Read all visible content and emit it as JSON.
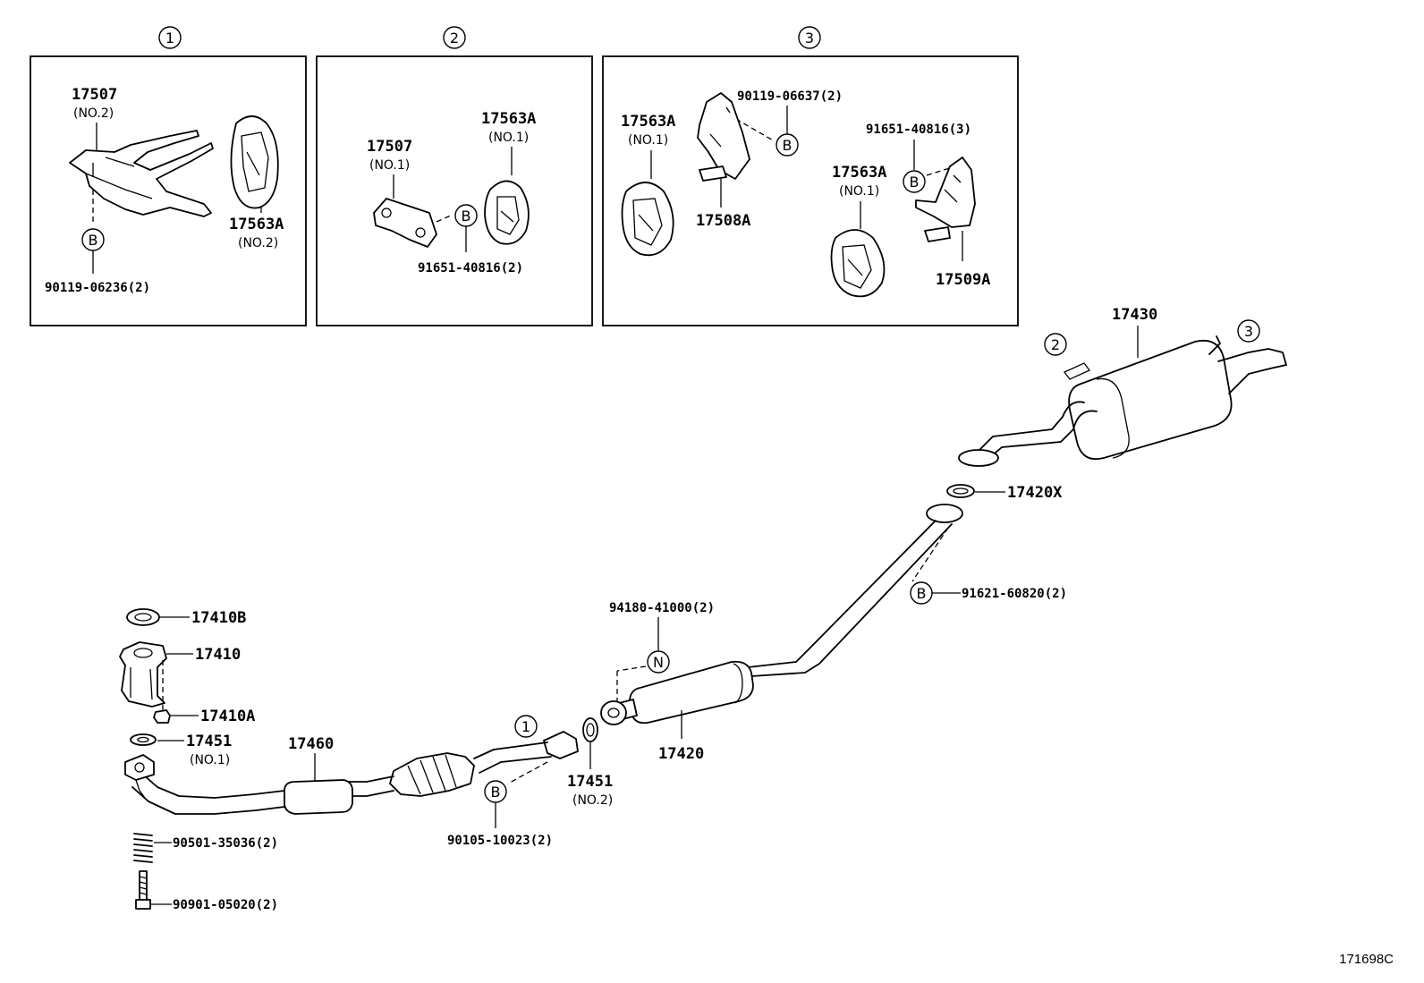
{
  "diagram_code": "171698C",
  "section_markers": [
    "1",
    "2",
    "3"
  ],
  "insets": {
    "inset1": {
      "bracket_no": "17507",
      "bracket_sub": "(NO.2)",
      "insulator_no": "17563A",
      "insulator_sub": "(NO.2)",
      "bolt_ref": "B",
      "bolt_no": "90119-06236(2)"
    },
    "inset2": {
      "bracket_no": "17507",
      "bracket_sub": "(NO.1)",
      "insulator_no": "17563A",
      "insulator_sub": "(NO.1)",
      "bolt_ref": "B",
      "bolt_no": "91651-40816(2)"
    },
    "inset3": {
      "insulator_left_no": "17563A",
      "insulator_left_sub": "(NO.1)",
      "bolt_top_no": "90119-06637(2)",
      "bolt_top_ref": "B",
      "bracket_mid_no": "17508A",
      "bolt_right_no": "91651-40816(3)",
      "bolt_right_ref": "B",
      "insulator_right_no": "17563A",
      "insulator_right_sub": "(NO.1)",
      "bracket_right_no": "17509A"
    }
  },
  "main": {
    "tail_pipe_no": "17430",
    "gasket_rear_no": "17420X",
    "bolt_rear_ref": "B",
    "bolt_rear_no": "91621-60820(2)",
    "nut_no": "94180-41000(2)",
    "nut_ref": "N",
    "center_pipe_no": "17420",
    "gasket_front_no": "17451",
    "gasket_front_sub": "(NO.2)",
    "front_bolt_ref": "B",
    "front_bolt_no": "90105-10023(2)",
    "front_pipe_no": "17460",
    "gasket_top_no": "17410B",
    "flange_no": "17410",
    "nut_small_no": "17410A",
    "gasket_no1_no": "17451",
    "gasket_no1_sub": "(NO.1)",
    "spring_no": "90501-35036(2)",
    "bolt_long_no": "90901-05020(2)",
    "marker_front": "1",
    "marker_rear_left": "2",
    "marker_rear_right": "3"
  }
}
